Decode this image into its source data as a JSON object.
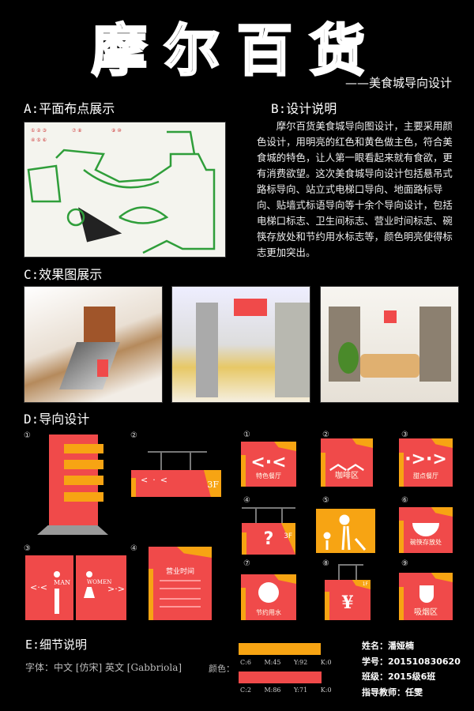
{
  "title": "摩尔百货",
  "subtitle": "——美食城导向设计",
  "sections": {
    "a": "A:平面布点展示",
    "b": "B:设计说明",
    "c": "C:效果图展示",
    "d": "D:导向设计",
    "e": "E:细节说明"
  },
  "description": "摩尔百货美食城导向图设计，主要采用颜色设计，用明亮的红色和黄色做主色，符合美食城的特色，让人第一眼看起来就有食欲，更有消费欲望。这次美食城导向设计包括悬吊式路标导向、站立式电梯口导向、地面路标导向、贴墙式标语导向等十余个导向设计，包括电梯口标志、卫生间标志、营业时间标志、碗筷存放处和节约用水标志等，颜色明亮使得标志更加突出。",
  "left_signs": {
    "n1": "①",
    "n2": "②",
    "n3": "③",
    "n4": "④",
    "hanging_floor": "3F",
    "man": "MAN",
    "women": "WOMEN",
    "hours_title": "营业时间",
    "arrow_left": "<·<",
    "arrow_right": ">·>"
  },
  "grid_signs": [
    {
      "num": "①",
      "icon": "<·<",
      "label": "特色餐厅"
    },
    {
      "num": "②",
      "icon": "︿︿",
      "label": "咖啡区"
    },
    {
      "num": "③",
      "icon": "·>·>",
      "label": "甜点餐厅"
    },
    {
      "num": "④",
      "icon": "?",
      "label": "3F"
    },
    {
      "num": "⑤",
      "icon": "family",
      "label": ""
    },
    {
      "num": "⑥",
      "icon": "bowl",
      "label": "碗筷存放处"
    },
    {
      "num": "⑦",
      "icon": "water",
      "label": "节约用水"
    },
    {
      "num": "⑧",
      "icon": "¥",
      "label": "1F"
    },
    {
      "num": "⑨",
      "icon": "pipe",
      "label": "吸烟区"
    }
  ],
  "details": {
    "fonts": "字体：中文 [仿宋]  英文 [Gabbriola]",
    "color_label": "颜色：",
    "colors": [
      {
        "hex": "#f7a413",
        "cmyk": "C:6 M:45 Y:92 K:0"
      },
      {
        "hex": "#f04a4a",
        "cmyk": "C:2 M:86 Y:71 K:0"
      }
    ]
  },
  "author": {
    "name": "姓名：潘娅楠",
    "id": "学号：201510830620",
    "class": "班级：2015级6班",
    "teacher": "指导教师：任雯"
  }
}
